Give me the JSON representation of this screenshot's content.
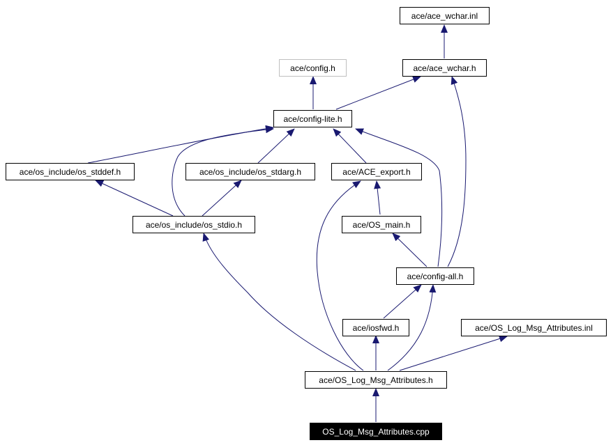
{
  "colors": {
    "edge": "#191970",
    "node_border": "#000000",
    "muted_border": "#bfbfbf",
    "root_fill": "#000000",
    "root_text": "#ffffff"
  },
  "nodes": {
    "ace_wchar_inl": "ace/ace_wchar.inl",
    "ace_wchar_h": "ace/ace_wchar.h",
    "config_h": "ace/config.h",
    "config_lite_h": "ace/config-lite.h",
    "os_stddef_h": "ace/os_include/os_stddef.h",
    "os_stdarg_h": "ace/os_include/os_stdarg.h",
    "ace_export_h": "ace/ACE_export.h",
    "os_stdio_h": "ace/os_include/os_stdio.h",
    "os_main_h": "ace/OS_main.h",
    "config_all_h": "ace/config-all.h",
    "iosfwd_h": "ace/iosfwd.h",
    "log_msg_attr_inl": "ace/OS_Log_Msg_Attributes.inl",
    "log_msg_attr_h": "ace/OS_Log_Msg_Attributes.h",
    "log_msg_attr_cpp": "OS_Log_Msg_Attributes.cpp"
  }
}
